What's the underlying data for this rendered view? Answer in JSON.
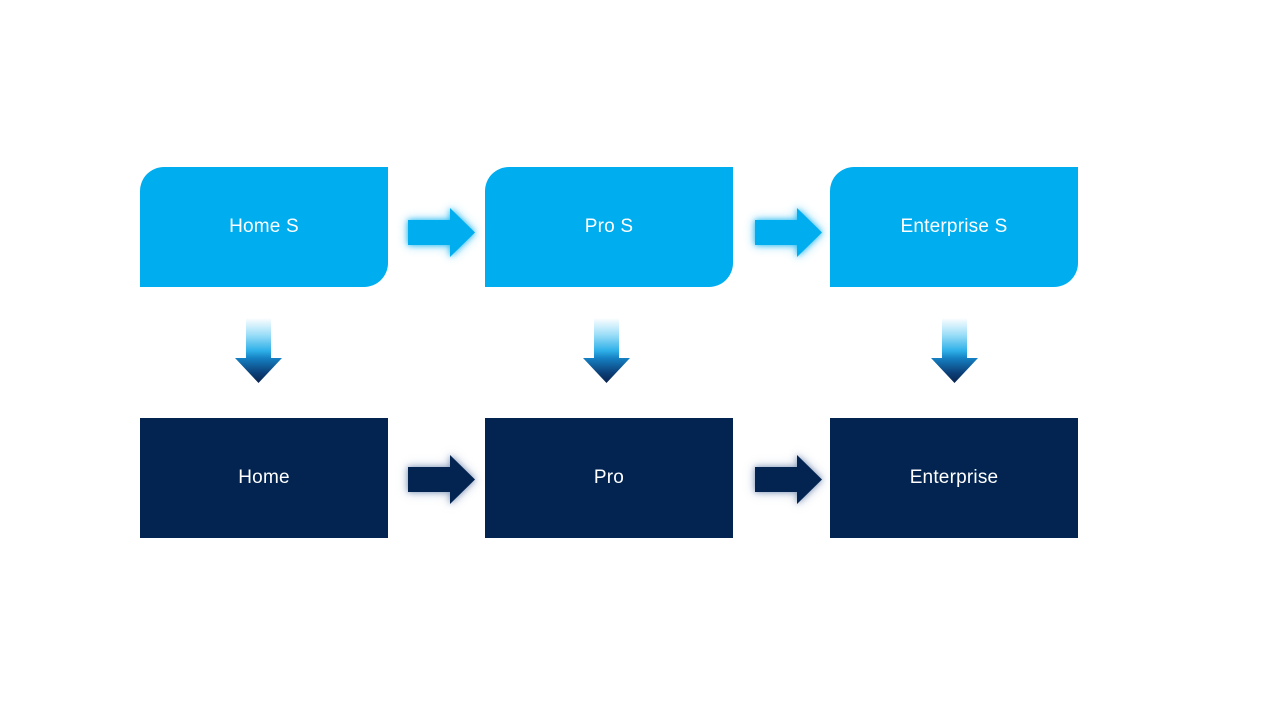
{
  "page": {
    "background": "#ffffff"
  },
  "colors": {
    "tier_s_fill": "#00aeef",
    "tier_fill": "#032451",
    "text": "#ffffff",
    "light_arrow_glow": "#00aeef",
    "dark_arrow_glow": "#6e87af",
    "down_arrow_gradient": [
      "#ffffff",
      "#9fdff8",
      "#2fb1e9",
      "#1580c2",
      "#0c3f77",
      "#092350"
    ]
  },
  "icons": {
    "right_arrow": "right-arrow-icon",
    "down_arrow": "down-arrow-icon"
  },
  "diagram": {
    "top_row": [
      {
        "label": "Home S"
      },
      {
        "label": "Pro S"
      },
      {
        "label": "Enterprise S"
      }
    ],
    "bottom_row": [
      {
        "label": "Home"
      },
      {
        "label": "Pro"
      },
      {
        "label": "Enterprise"
      }
    ]
  }
}
